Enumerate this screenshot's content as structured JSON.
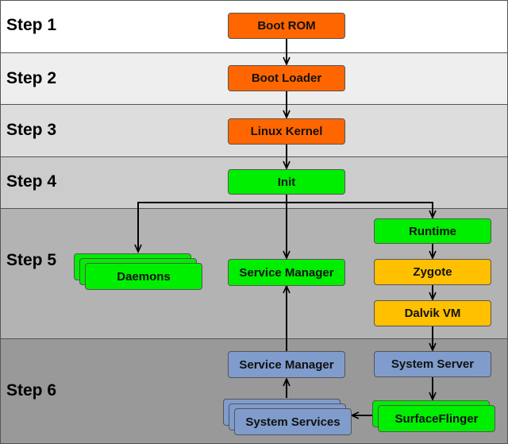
{
  "steps": {
    "s1": "Step 1",
    "s2": "Step 2",
    "s3": "Step 3",
    "s4": "Step 4",
    "s5": "Step 5",
    "s6": "Step 6"
  },
  "nodes": {
    "boot_rom": "Boot ROM",
    "boot_loader": "Boot Loader",
    "linux_kernel": "Linux Kernel",
    "init": "Init",
    "daemons": "Daemons",
    "service_manager_native": "Service Manager",
    "runtime": "Runtime",
    "zygote": "Zygote",
    "dalvik_vm": "Dalvik VM",
    "service_manager_java": "Service Manager",
    "system_server": "System Server",
    "system_services": "System Services",
    "surface_flinger": "SurfaceFlinger"
  },
  "colors": {
    "orange": "#ff6600",
    "green": "#00ee00",
    "yellow": "#ffc000",
    "blue": "#7f9ccc",
    "band1": "#ffffff",
    "band2": "#eeeeee",
    "band3": "#dddddd",
    "band4": "#cccccc",
    "band5": "#b3b3b3",
    "band6": "#999999"
  }
}
